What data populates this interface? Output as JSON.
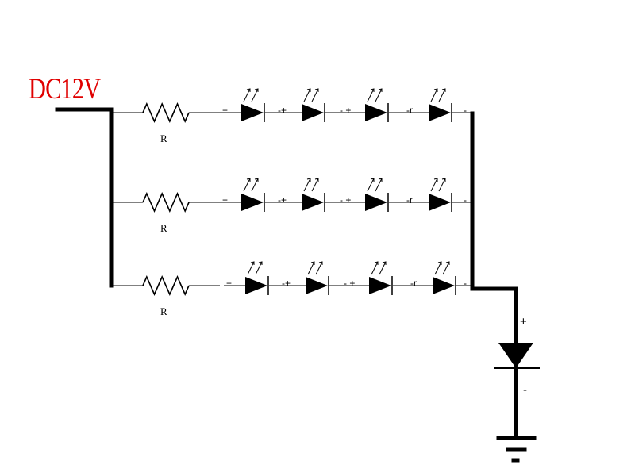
{
  "supply": {
    "label": "DC12V",
    "color": "#e00000"
  },
  "branches": [
    {
      "resistor_label": "R",
      "led_count": 4
    },
    {
      "resistor_label": "R",
      "led_count": 4
    },
    {
      "resistor_label": "R",
      "led_count": 4
    }
  ],
  "polarity": {
    "plus": "+",
    "minus": "-",
    "pair": "-+",
    "pair_alt": "-r"
  },
  "series_diode": {
    "plus": "+",
    "minus": "-"
  },
  "colors": {
    "wire": "#000000",
    "background": "#ffffff"
  }
}
